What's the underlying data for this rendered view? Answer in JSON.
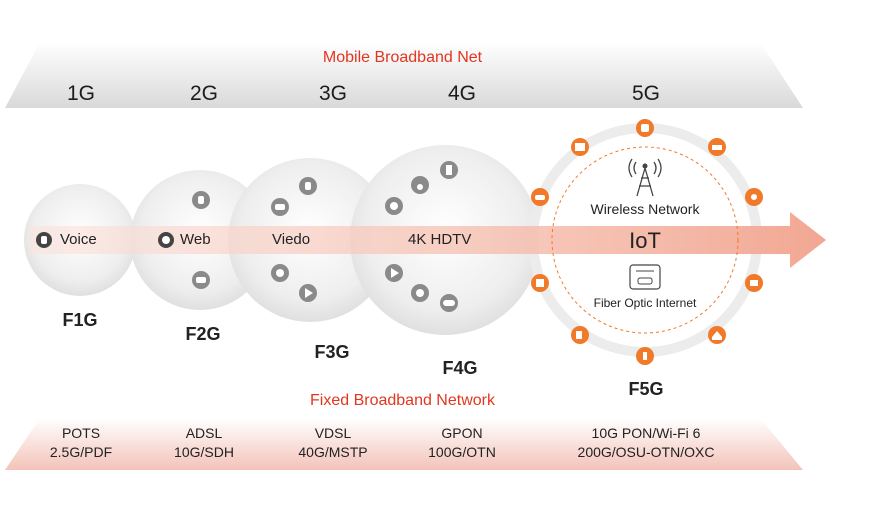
{
  "mobile": {
    "title": "Mobile Broadband Net",
    "generations": [
      "1G",
      "2G",
      "3G",
      "4G",
      "5G"
    ]
  },
  "fixed": {
    "title": "Fixed Broadband Network",
    "generations": [
      "F1G",
      "F2G",
      "F3G",
      "F4G",
      "F5G"
    ],
    "technologies": [
      {
        "line1": "POTS",
        "line2": "2.5G/PDF"
      },
      {
        "line1": "ADSL",
        "line2": "10G/SDH"
      },
      {
        "line1": "VDSL",
        "line2": "40G/MSTP"
      },
      {
        "line1": "GPON",
        "line2": "100G/OTN"
      },
      {
        "line1": "10G PON/Wi-Fi 6",
        "line2": "200G/OSU-OTN/OXC"
      }
    ]
  },
  "circles": {
    "voice": "Voice",
    "web": "Web",
    "video": "Viedo",
    "hdtv": "4K HDTV",
    "iot": "IoT",
    "wireless": "Wireless Network",
    "fiber": "Fiber Optic Internet"
  },
  "colors": {
    "accent": "#e3361f",
    "icon_orange": "#f07a2a",
    "arrow": "#f4b8a8"
  },
  "icons": [
    "phone-icon",
    "web-icon",
    "chat-icon",
    "facebook-icon",
    "play-icon",
    "at-icon",
    "gamepad-icon",
    "cell-tower-icon",
    "fiber-terminal-icon"
  ]
}
